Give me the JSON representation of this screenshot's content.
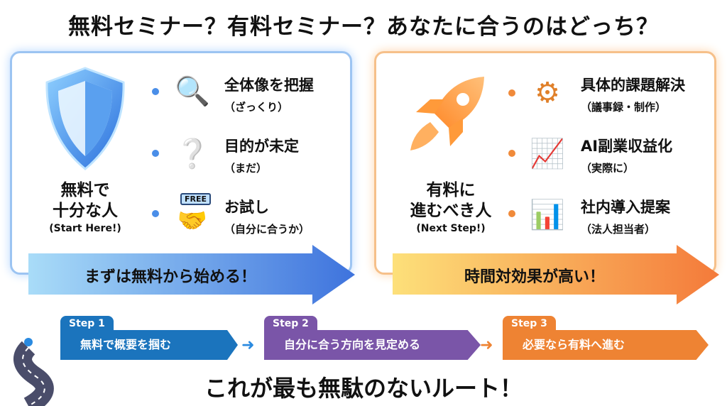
{
  "title": "無料セミナー？有料セミナー？あなたに合うのはどっち？",
  "left": {
    "who_line1": "無料で",
    "who_line2": "十分な人",
    "who_sub": "(Start Here!)",
    "items": [
      {
        "title": "全体像を把握",
        "sub": "（ざっくり）",
        "icon": "brain-magnifier-icon"
      },
      {
        "title": "目的が未定",
        "sub": "（まだ）",
        "icon": "question-cloud-icon"
      },
      {
        "title": "お試し",
        "sub": "（自分に合うか）",
        "icon": "handshake-free-icon",
        "badge": "FREE"
      }
    ],
    "banner": "まずは無料から始める！",
    "accent": "#4a8ee8"
  },
  "right": {
    "who_line1": "有料に",
    "who_line2": "進むべき人",
    "who_sub": "(Next Step!)",
    "items": [
      {
        "title": "具体的課題解決",
        "sub": "（議事録・制作）",
        "icon": "document-gear-icon"
      },
      {
        "title": "AI副業収益化",
        "sub": "（実際に）",
        "icon": "coins-growth-icon"
      },
      {
        "title": "社内導入提案",
        "sub": "（法人担当者）",
        "icon": "presentation-icon"
      }
    ],
    "banner": "時間対効果が高い！",
    "accent": "#f08a3a"
  },
  "steps": [
    {
      "tab": "Step 1",
      "text": "無料で概要を掴む",
      "color": "#1b74bd"
    },
    {
      "tab": "Step 2",
      "text": "自分に合う方向を見定める",
      "color": "#7a55a8"
    },
    {
      "tab": "Step 3",
      "text": "必要なら有料へ進む",
      "color": "#ee8333"
    }
  ],
  "bottom": "これが最も無駄のないルート！"
}
